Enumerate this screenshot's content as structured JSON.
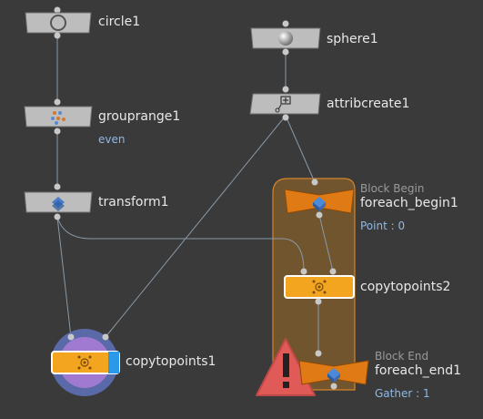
{
  "nodes": {
    "circle1": {
      "label": "circle1",
      "icon": "circle-icon"
    },
    "sphere1": {
      "label": "sphere1",
      "icon": "sphere-icon"
    },
    "grouprange1": {
      "label": "grouprange1",
      "sub": "even",
      "icon": "grouprange-icon"
    },
    "attribcreate1": {
      "label": "attribcreate1",
      "icon": "attribcreate-icon"
    },
    "transform1": {
      "label": "transform1",
      "icon": "transform-icon"
    },
    "foreach_begin1": {
      "label": "foreach_begin1",
      "tag": "Block Begin",
      "sub": "Point : 0",
      "icon": "foreach-begin-icon"
    },
    "copytopoints2": {
      "label": "copytopoints2",
      "icon": "copytopoints-icon"
    },
    "foreach_end1": {
      "label": "foreach_end1",
      "tag": "Block End",
      "sub": "Gather : 1",
      "icon": "foreach-end-icon"
    },
    "copytopoints1": {
      "label": "copytopoints1",
      "icon": "copytopoints-icon"
    }
  },
  "colors": {
    "background": "#3a3a3a",
    "node_gray": "#bdbdbd",
    "node_orange": "#e07a14",
    "node_yellow": "#f4a51f",
    "block_fill": "#7a5a2e",
    "block_border": "#d4842a",
    "error_red": "#e05a58",
    "display_flag": "#6f86c8",
    "template_flag": "#a07ad0",
    "wire": "#8a9aa8",
    "sub_text": "#8fb8e6"
  },
  "warning": {
    "icon": "error-triangle-icon"
  }
}
